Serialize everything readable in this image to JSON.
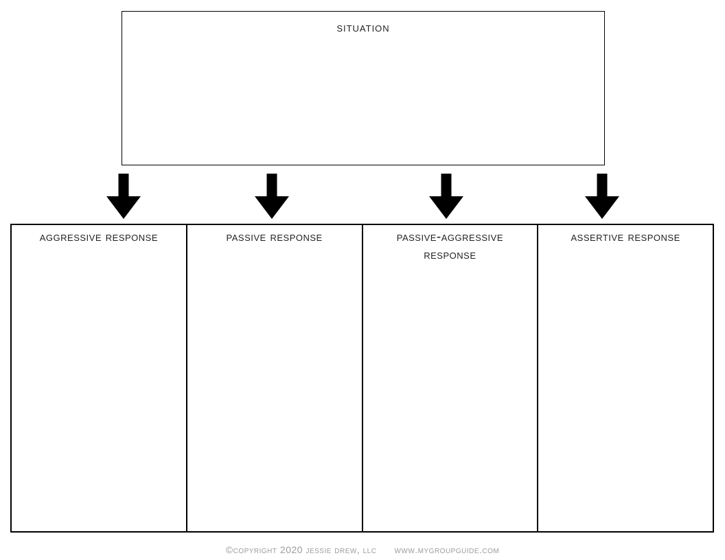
{
  "situation": {
    "label": "Situation"
  },
  "columns": [
    {
      "label": "Aggressive Response"
    },
    {
      "label": "Passive Response"
    },
    {
      "label": "Passive-Aggressive Response"
    },
    {
      "label": "Assertive Response"
    }
  ],
  "footer": {
    "copyright": "©Copyright 2020 Jessie Drew, LLC",
    "website": "www.mygroupguide.com"
  },
  "icons": {
    "flow_arrow": "arrow-down"
  },
  "colors": {
    "background": "#ffffff",
    "border": "#000000",
    "heading_text": "#1f1f1f",
    "footer_text": "#9b9b9b",
    "arrow_fill": "#000000"
  }
}
